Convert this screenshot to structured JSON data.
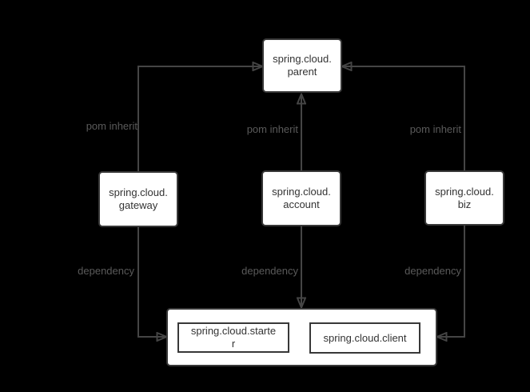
{
  "diagram": {
    "type": "dependency-diagram",
    "colors": {
      "background": "#000000",
      "node_fill": "#ffffff",
      "node_border": "#383838",
      "edge_stroke": "#454545",
      "edge_label_text": "#5a5a5a",
      "node_text": "#333333"
    },
    "nodes": {
      "parent": {
        "label": "spring.cloud.\nparent"
      },
      "gateway": {
        "label": "spring.cloud.\ngateway"
      },
      "account": {
        "label": "spring.cloud.\naccount"
      },
      "biz": {
        "label": "spring.cloud.\nbiz"
      },
      "starter": {
        "label": "spring.cloud.starte\nr"
      },
      "client": {
        "label": "spring.cloud.client"
      }
    },
    "edges": [
      {
        "from": "spring.cloud.gateway",
        "to": "spring.cloud.parent",
        "label": "pom inherit"
      },
      {
        "from": "spring.cloud.account",
        "to": "spring.cloud.parent",
        "label": "pom inherit"
      },
      {
        "from": "spring.cloud.biz",
        "to": "spring.cloud.parent",
        "label": "pom inherit"
      },
      {
        "from": "spring.cloud.gateway",
        "to": "starter-client-group",
        "label": "dependency"
      },
      {
        "from": "spring.cloud.account",
        "to": "starter-client-group",
        "label": "dependency"
      },
      {
        "from": "spring.cloud.biz",
        "to": "starter-client-group",
        "label": "dependency"
      }
    ]
  }
}
